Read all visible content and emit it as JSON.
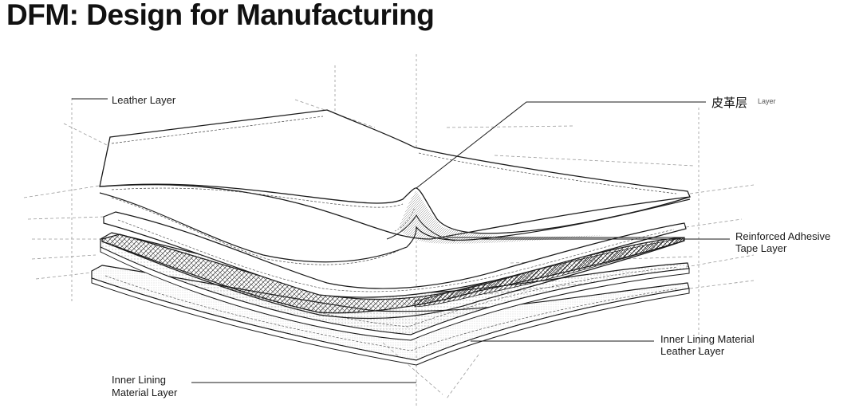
{
  "page": {
    "title": "DFM: Design for Manufacturing"
  },
  "diagram": {
    "labels": {
      "leather_layer": "Leather Layer",
      "cn_layer_main": "皮革层",
      "cn_layer_suffix": "Layer",
      "reinforced_line1": "Reinforced Adhesive",
      "reinforced_line2": "Tape Layer",
      "inner_lining_leather_line1": "Inner Lining Material",
      "inner_lining_leather_line2": "Leather Layer",
      "inner_lining_line1": "Inner Lining",
      "inner_lining_line2": "Material Layer"
    },
    "colors": {
      "line": "#1a1a1a",
      "guide": "#9a9a9a",
      "hatch": "#2a2a2a"
    }
  }
}
